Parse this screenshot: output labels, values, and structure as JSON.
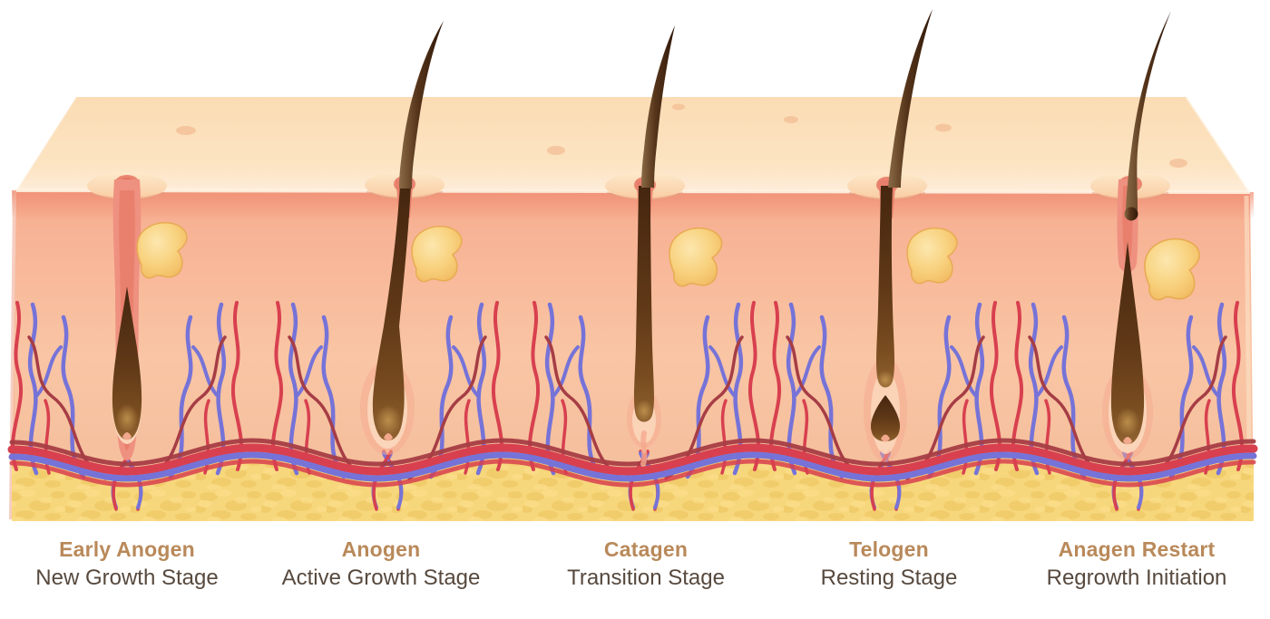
{
  "illustration_alt": "Cross-section of human skin showing five hair follicles at different stages of the hair growth cycle, with blood vessels, sebaceous glands and subcutaneous fat layer",
  "stages": [
    {
      "name": "Early Anogen",
      "description": "New Growth Stage"
    },
    {
      "name": "Anogen",
      "description": "Active Growth Stage"
    },
    {
      "name": "Catagen",
      "description": "Transition Stage"
    },
    {
      "name": "Telogen",
      "description": "Resting Stage"
    },
    {
      "name": "Anagen Restart",
      "description": "Regrowth Initiation"
    }
  ],
  "palette": {
    "background": "#ffffff",
    "skin_top_back": "#fbdcb4",
    "skin_top_mid": "#fce4c2",
    "skin_top_front": "#feeddb",
    "skin_front_top": "#f4a084",
    "skin_front_upper": "#f7b294",
    "skin_front_mid": "#f9c5a4",
    "skin_front_bottom": "#f3bc99",
    "epidermis_shadow": "#f09075",
    "fat_base": "#f7d77c",
    "fat_blob": "#edc35d",
    "fat_blob_light": "#fce08e",
    "vessel_red": "#d8404f",
    "vessel_dark_red": "#a63d45",
    "vessel_blue": "#7673d8",
    "canal": "#ef9180",
    "canal_inner": "#e87e6b",
    "sheath_light": "#fbd8bc",
    "sheath_pink": "#f5a98f",
    "hair_edge": "#8a6a45",
    "hair_mid": "#55341a",
    "hair_core": "#30190a",
    "root_top": "#45260f",
    "root_mid": "#5f3817",
    "root_bottom": "#7a4d20",
    "root_glowend": "#916331",
    "bulb_glow": "#c99c55",
    "gland_light": "#fdeab0",
    "gland_mid": "#f9d47e",
    "gland_dark": "#f0b95c",
    "gland_edge": "#e8ab50",
    "mound_light": "#fdeacb",
    "mound_dark": "#f9cba2",
    "freckle": "#f2bb92",
    "shadow_line": "#e8997c",
    "entry_red": "#ea8570",
    "entry_dark": "#dc6e5a",
    "notch_light": "#f2a88c",
    "label_title": "#b9895a",
    "label_subtitle": "#57493e"
  }
}
